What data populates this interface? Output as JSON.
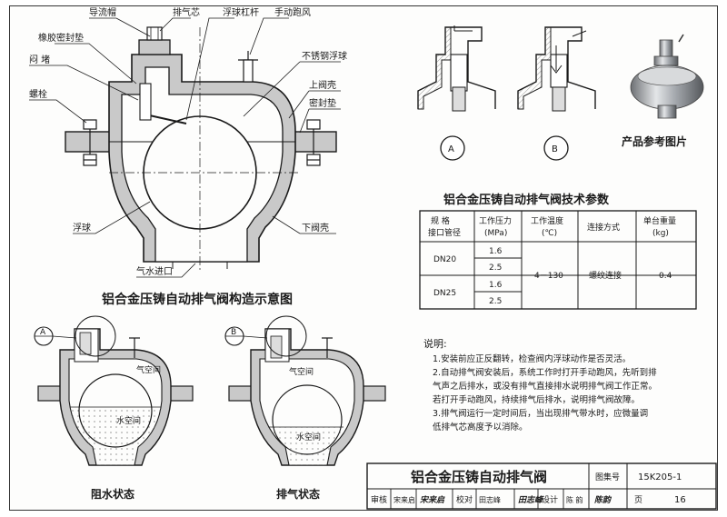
{
  "main_diagram": {
    "caption": "铝合金压铸自动排气阀构造示意图",
    "labels": {
      "guide_cap": "导流帽",
      "vent_core": "排气芯",
      "float_lever": "浮球杠杆",
      "manual_vent": "手动跑风",
      "rubber_seal": "橡胶密封垫",
      "ss_float": "不锈钢浮球",
      "plug": "闷  堵",
      "upper_shell": "上阀壳",
      "bolt": "螺栓",
      "gasket": "密封垫",
      "float": "浮球",
      "lower_shell": "下阀壳",
      "inlet": "气水进口"
    }
  },
  "details": {
    "a_letter": "A",
    "b_letter": "B",
    "photo_caption": "产品参考图片"
  },
  "spec_table": {
    "title": "铝合金压铸自动排气阀技术参数",
    "headers": {
      "spec_line1": "规  格",
      "spec_line2": "接口管径",
      "pressure_line1": "工作压力",
      "pressure_line2": "(MPa)",
      "temp_line1": "工作温度",
      "temp_line2": "(℃)",
      "connection": "连接方式",
      "weight_line1": "单台重量",
      "weight_line2": "(kg)"
    },
    "rows": {
      "dn20": "DN20",
      "dn25": "DN25",
      "p1": "1.6",
      "p2": "2.5",
      "p3": "1.6",
      "p4": "2.5"
    },
    "temp": "4－130",
    "connection": "螺纹连接",
    "weight": "0.4"
  },
  "notes": {
    "title": "说明:",
    "lines": [
      "1.安装前应正反翻转，检查阀内浮球动作是否灵活。",
      "2.自动排气阀安装后，系统工作时打开手动跑风，先听到排",
      "   气声之后排水，或没有排气直接排水说明排气阀工作正常。",
      "   若打开手动跑风，持续排气后排水，说明排气阀故障。",
      "3.排气阀运行一定时间后，当出现排气带水时，应微量调",
      "   低排气芯高度予以消除。"
    ]
  },
  "bottom_diagrams": {
    "left_letter": "A",
    "right_letter": "B",
    "air_label_left": "气空间",
    "water_label_left": "水空间",
    "air_label_right": "气空间",
    "water_label_right": "水空间",
    "left_caption": "阻水状态",
    "right_caption": "排气状态"
  },
  "title_block": {
    "title": "铝合金压铸自动排气阀",
    "atlas_label": "图集号",
    "atlas_no": "15K205-1",
    "review": "审核",
    "reviewer": "宋来启",
    "check": "校对",
    "checker": "田志峰",
    "design": "设计",
    "designer": "陈 韵",
    "page_label": "页",
    "page_no": "16"
  },
  "colors": {
    "line": "#1a1a1a",
    "shell_fill": "#c9c9c9",
    "water_fill": "#e8eef0",
    "paper": "#fdfdfc"
  }
}
